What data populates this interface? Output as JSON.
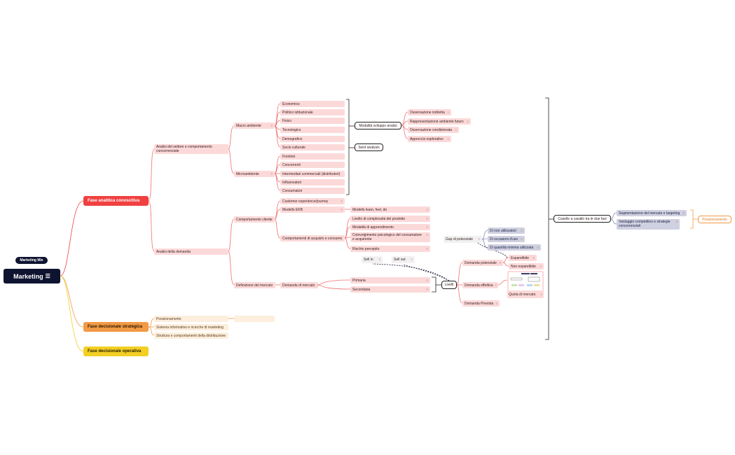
{
  "root": {
    "title": "Marketing",
    "label": "Marketing Mix",
    "menu_icon": "menu-lines-icon"
  },
  "colors": {
    "red": "#f04040",
    "orange": "#f29a45",
    "yellow": "#f3cf24",
    "pink": "#fcd9d9",
    "navy": "#0e1430",
    "lavender": "#cfd0e0"
  },
  "phases": {
    "analitica": "Fase analitica conoscitiva",
    "strategica": "Fase decisionale strategica",
    "operativa": "Fase decisionale operativa"
  },
  "analitica": {
    "settore": "Analisi del settore e comportamento concorrenziale",
    "macro": "Macro ambiente",
    "macro_items": [
      "Economico",
      "Politico istituzionale",
      "Fisico",
      "Tecnologico",
      "Demografico",
      "Socio culturale"
    ],
    "micro": "Microambiente",
    "micro_items": [
      "Fornitori",
      "Concorrenti",
      "Intermediari commerciali (distributori)",
      "Influenzatori",
      "Consumatori"
    ],
    "modalita": "Modalità sviluppo analisi",
    "modalita_items": [
      "Osservazione indiretta",
      "Rappresentazione ambiente futuro",
      "Osservazione condizionata",
      "Approccio esplorativo"
    ],
    "swot": "Swot analysis",
    "domanda": "Analisi della domanda",
    "comportamento": "Comportamento cliente",
    "customer": "Customer experience/journey",
    "ekb": "Modello EKB",
    "learn": "Modello learn, feel, do",
    "acquisto": "Comportamenti di acquisto e consumo",
    "acquisto_items": [
      "Livello di complessità del prodotto",
      "Modalità di apprendimento",
      "Coinvolgimento psicologico del consumatore e acquirente",
      "Rischio percepito"
    ],
    "definizione": "Definizione del mercato",
    "domanda_mercato": "Domanda di mercato",
    "primaria": "Primaria",
    "secondaria": "Secondaria",
    "livelli": "Livelli",
    "sell_in": "Sell in",
    "sell_out": "Sell out",
    "potenziale": "Domanda potenziale",
    "effettiva": "Domanda effettiva",
    "prevista": "Domanda Prevista",
    "espandibile": "Espandibile",
    "non_espandibile": "Non espandibile",
    "quota": "Quota di mercato",
    "gap": "Gap di potenziale",
    "gap_items": [
      "Di non utilizzatori",
      "Di occasioni d'uso",
      "Di quantità minima utilizzata"
    ]
  },
  "strategica": {
    "items": [
      "Posizionamento",
      "Sistema informativo e ricerche di marketing",
      "Struttura e comportamenti della distribuzione"
    ]
  },
  "caselle": {
    "title": "Caselle a cavallo tra le due fasi",
    "items": [
      "Segmentazione del mercato e targeting",
      "Vantaggio competitivo e strategie concorrenziali"
    ],
    "posizionamento": "Posizionamento"
  }
}
